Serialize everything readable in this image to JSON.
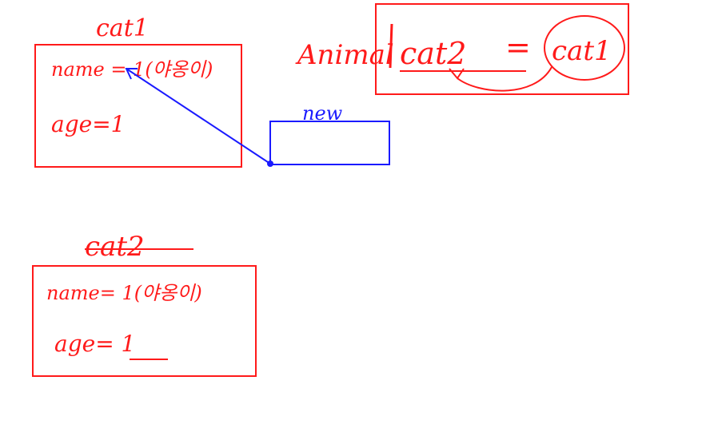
{
  "colors": {
    "ink_red": "#ff1a1a",
    "ink_blue": "#1a1aff",
    "background": "#ffffff"
  },
  "cat1": {
    "title": "cat1",
    "name_line": "name = 1(야옹이)",
    "age_line": "age=1"
  },
  "cat2": {
    "title": "cat2",
    "name_line": "name= 1(야옹이)",
    "age_line": "age= 1"
  },
  "new_box": {
    "label": "new"
  },
  "assignment": {
    "type_text": "Animal",
    "lhs": "cat2",
    "equals": "=",
    "rhs": "cat1"
  }
}
